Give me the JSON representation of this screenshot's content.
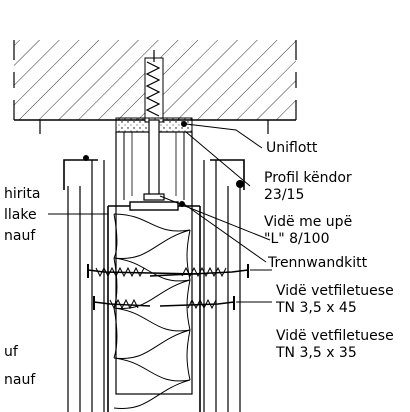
{
  "labels": {
    "uniflott": "Uniflott",
    "profil_line1": "Profil këndor",
    "profil_line2": "23/15",
    "vide_line1": "Vidë me upë",
    "vide_line2": "\"L\" 8/100",
    "trennwandkitt": "Trennwandkitt",
    "screw45_line1": "Vidë vetfiletuese",
    "screw45_line2": "TN 3,5 x 45",
    "screw35_line1": "Vidë vetfiletuese",
    "screw35_line2": "TN 3,5 x 35",
    "left_line1": "hirita",
    "left_line2": "llake",
    "left_line3": "nauf",
    "left_bottom1": "uf",
    "left_bottom2": "nauf"
  },
  "colors": {
    "line": "#000000",
    "background": "#ffffff"
  }
}
